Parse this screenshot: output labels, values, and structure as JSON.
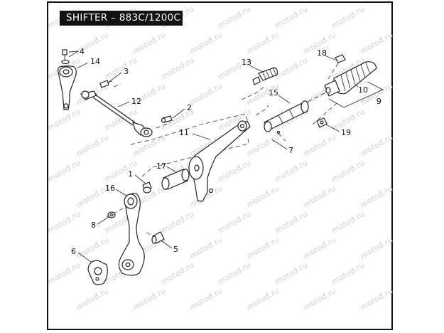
{
  "title": "SHIFTER – 883C/1200C",
  "watermark": "motod.ru",
  "callouts": {
    "c1": "1",
    "c2": "2",
    "c3": "3",
    "c4": "4",
    "c5": "5",
    "c6": "6",
    "c7": "7",
    "c8": "8",
    "c9": "9",
    "c10": "10",
    "c11": "11",
    "c12": "12",
    "c13": "13",
    "c14": "14",
    "c15": "15",
    "c16": "16",
    "c17": "17",
    "c18": "18",
    "c19": "19"
  }
}
